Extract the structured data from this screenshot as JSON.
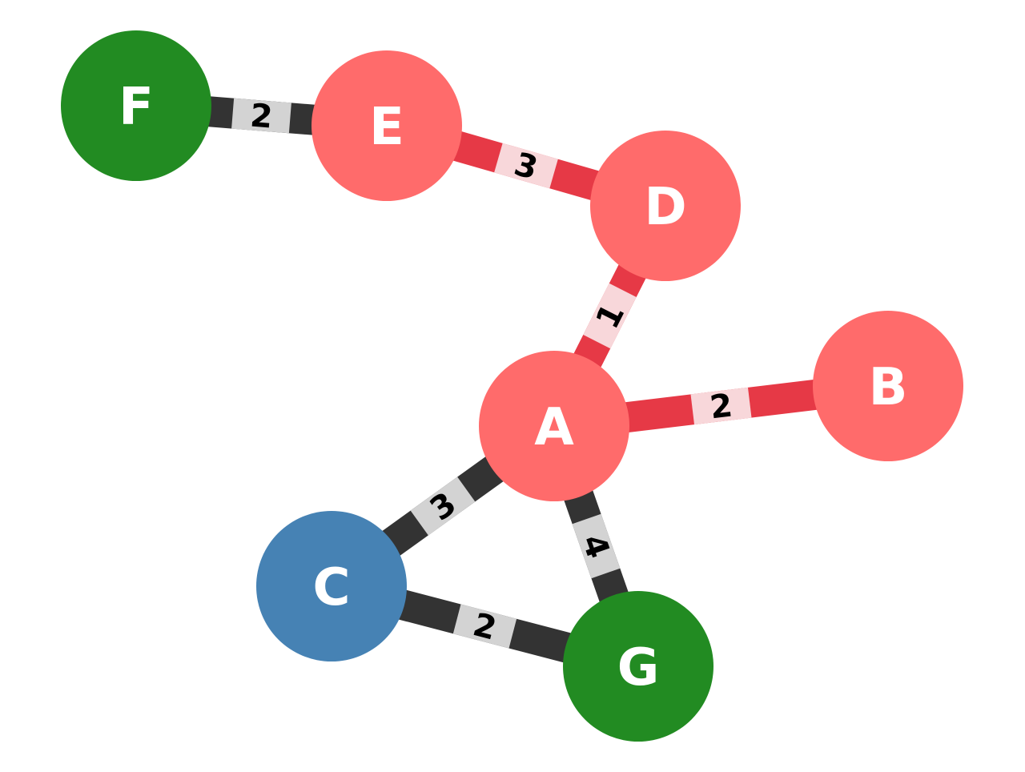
{
  "colors": {
    "background": "#ffffff",
    "node_label": "#ffffff",
    "edge_label_text": "#000000"
  },
  "nodes": [
    {
      "id": "A",
      "label": "A",
      "color": "#ff6b6b"
    },
    {
      "id": "B",
      "label": "B",
      "color": "#ff6b6b"
    },
    {
      "id": "C",
      "label": "C",
      "color": "#4682b4"
    },
    {
      "id": "D",
      "label": "D",
      "color": "#ff6b6b"
    },
    {
      "id": "E",
      "label": "E",
      "color": "#ff6b6b"
    },
    {
      "id": "F",
      "label": "F",
      "color": "#228b22"
    },
    {
      "id": "G",
      "label": "G",
      "color": "#228b22"
    }
  ],
  "edges": [
    {
      "source": "F",
      "target": "E",
      "weight": "2",
      "color": "#333333",
      "label_bg": "#d3d3d3"
    },
    {
      "source": "E",
      "target": "D",
      "weight": "3",
      "color": "#e63946",
      "label_bg": "#f8d7da"
    },
    {
      "source": "D",
      "target": "A",
      "weight": "1",
      "color": "#e63946",
      "label_bg": "#f8d7da"
    },
    {
      "source": "A",
      "target": "B",
      "weight": "2",
      "color": "#e63946",
      "label_bg": "#f8d7da"
    },
    {
      "source": "A",
      "target": "C",
      "weight": "3",
      "color": "#333333",
      "label_bg": "#d3d3d3"
    },
    {
      "source": "A",
      "target": "G",
      "weight": "4",
      "color": "#333333",
      "label_bg": "#d3d3d3"
    },
    {
      "source": "C",
      "target": "G",
      "weight": "2",
      "color": "#333333",
      "label_bg": "#d3d3d3"
    }
  ]
}
